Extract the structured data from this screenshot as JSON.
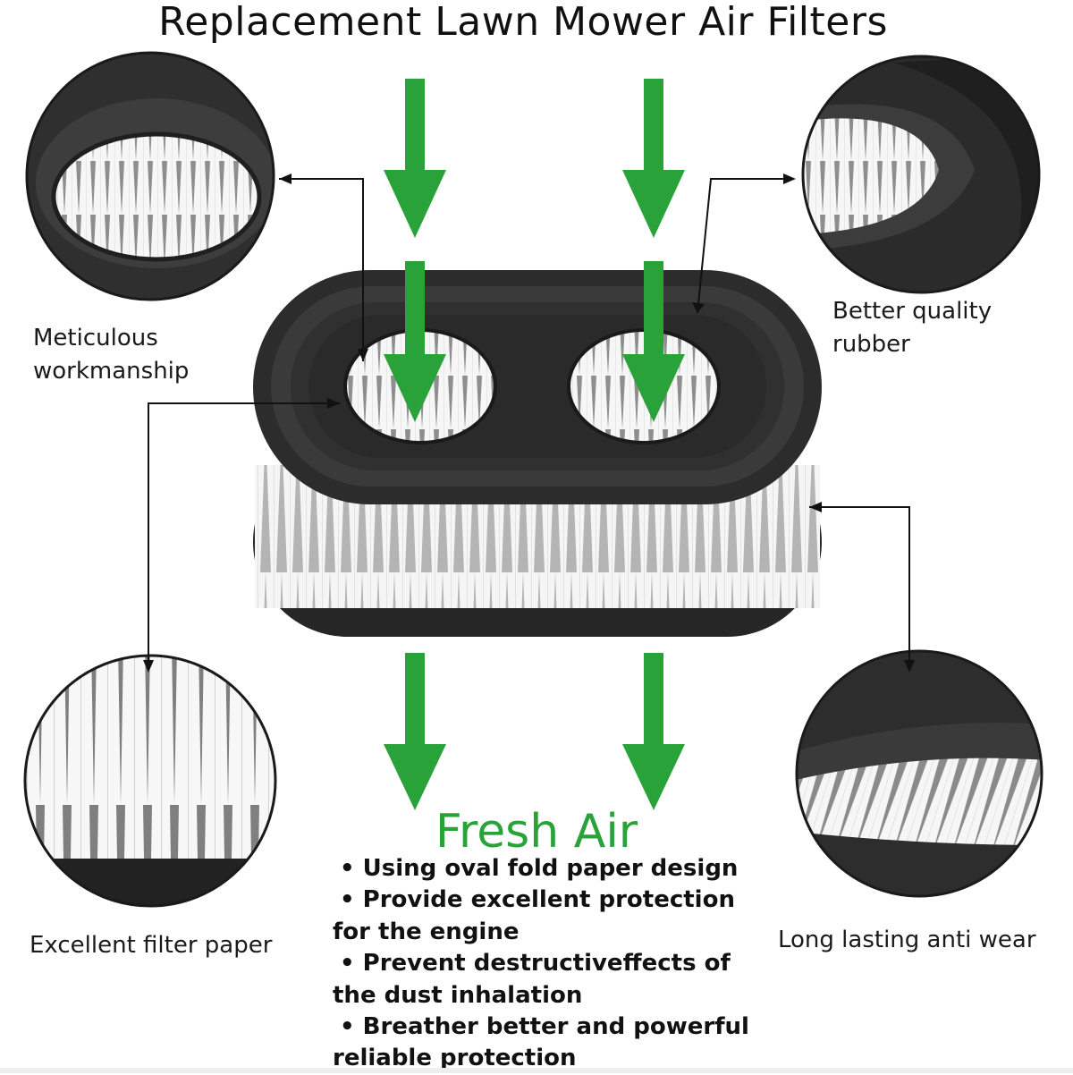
{
  "title": "Replacement Lawn Mower Air Filters",
  "callouts": {
    "top_left": [
      "Meticulous",
      "workmanship"
    ],
    "top_right": [
      "Better quality",
      "rubber"
    ],
    "bottom_left": "Excellent filter paper",
    "bottom_right": "Long lasting anti wear"
  },
  "fresh_air": "Fresh Air",
  "features": [
    {
      "first": "• Using oval fold paper design"
    },
    {
      "first": "• Provide excellent protection",
      "second": "for the engine"
    },
    {
      "first": "• Prevent destructiveffects of",
      "second": "the dust inhalation"
    },
    {
      "first": "• Breather better and powerful",
      "second": "reliable protection"
    }
  ],
  "colors": {
    "arrow_green": "#2aa23a",
    "rubber": "#2b2b2b",
    "paper": "#f4f4f4",
    "pleat_shadow": "#9a9a9a"
  },
  "icons": [
    "down-arrow-icon",
    "callout-arrow-icon"
  ]
}
